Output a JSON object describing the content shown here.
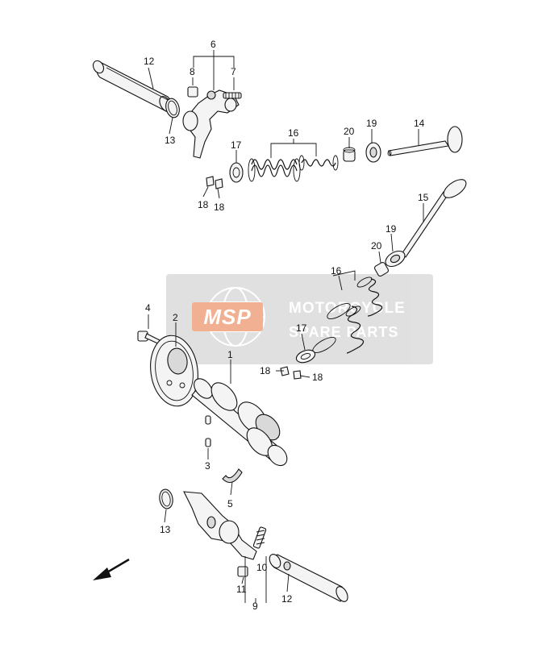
{
  "callouts": [
    {
      "id": "c12a",
      "text": "12"
    },
    {
      "id": "c6",
      "text": "6"
    },
    {
      "id": "c8",
      "text": "8"
    },
    {
      "id": "c7",
      "text": "7"
    },
    {
      "id": "c13a",
      "text": "13"
    },
    {
      "id": "c16a",
      "text": "16"
    },
    {
      "id": "c20a",
      "text": "20"
    },
    {
      "id": "c19a",
      "text": "19"
    },
    {
      "id": "c14",
      "text": "14"
    },
    {
      "id": "c17a",
      "text": "17"
    },
    {
      "id": "c18a",
      "text": "18"
    },
    {
      "id": "c18b",
      "text": "18"
    },
    {
      "id": "c15",
      "text": "15"
    },
    {
      "id": "c19b",
      "text": "19"
    },
    {
      "id": "c20b",
      "text": "20"
    },
    {
      "id": "c16b",
      "text": "16"
    },
    {
      "id": "c4",
      "text": "4"
    },
    {
      "id": "c2",
      "text": "2"
    },
    {
      "id": "c17b",
      "text": "17"
    },
    {
      "id": "c1",
      "text": "1"
    },
    {
      "id": "c18c",
      "text": "18"
    },
    {
      "id": "c18d",
      "text": "18"
    },
    {
      "id": "c3",
      "text": "3"
    },
    {
      "id": "c5",
      "text": "5"
    },
    {
      "id": "c13b",
      "text": "13"
    },
    {
      "id": "c10",
      "text": "10"
    },
    {
      "id": "c11",
      "text": "11"
    },
    {
      "id": "c9",
      "text": "9"
    },
    {
      "id": "c12b",
      "text": "12"
    }
  ],
  "watermark": {
    "logo": "MSP",
    "line1": "MOTORCYCLE",
    "line2": "SPARE PARTS",
    "accent": "#e8703a",
    "panel": "#c8c8c8"
  }
}
